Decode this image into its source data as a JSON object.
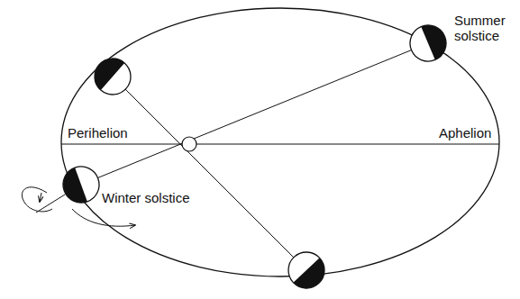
{
  "diagram": {
    "labels": [
      "Summer solstice",
      "Perihelion",
      "Aphelion",
      "Winter solstice"
    ]
  }
}
